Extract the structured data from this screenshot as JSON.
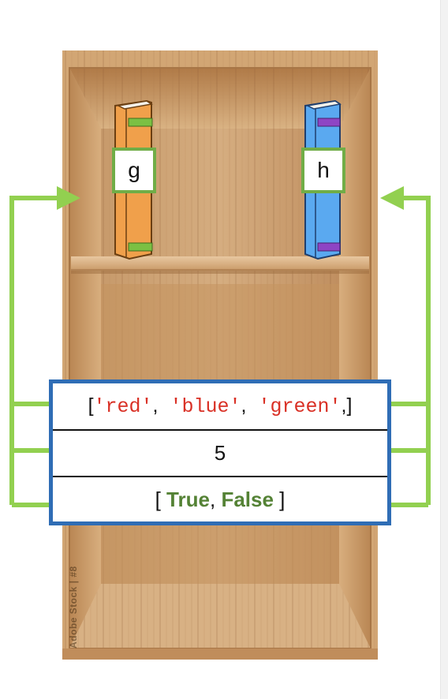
{
  "labels": {
    "left_book": "g",
    "right_book": "h"
  },
  "stack": {
    "list_open": "[",
    "list_items": [
      "'red'",
      "'blue'",
      "'green'"
    ],
    "list_sep": ",",
    "list_close": ",]",
    "number": "5",
    "bool_open": "[",
    "bool_items": [
      "True",
      "False"
    ],
    "bool_sep": ",",
    "bool_close": "]"
  },
  "watermark": "Adobe Stock | #8",
  "colors": {
    "arrow_green": "#92d050",
    "label_border": "#70ad47",
    "stack_border": "#2f6db5",
    "string_red": "#d93025",
    "bool_green": "#548235",
    "left_book": "#f0a04b",
    "right_book": "#5aa9f0"
  },
  "icons": [
    "bookshelf-image",
    "orange-book-icon",
    "blue-book-icon"
  ]
}
